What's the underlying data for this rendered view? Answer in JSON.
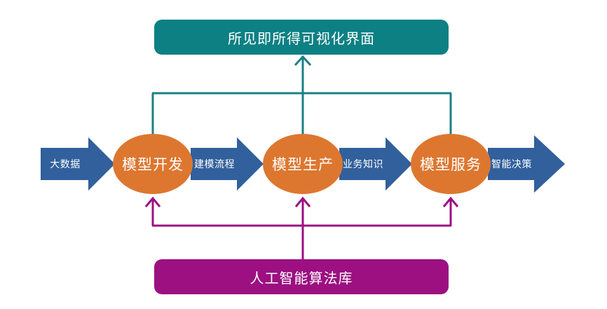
{
  "diagram": {
    "title_top": "所见即所得可视化界面",
    "title_bottom": "人工智能算法库",
    "colors": {
      "teal": "#0d8084",
      "magenta": "#9c1081",
      "orange": "#dd7730",
      "blue": "#31609c",
      "text_light": "#ffffff",
      "background": "#ffffff"
    },
    "top_banner": {
      "label": "所见即所得可视化界面",
      "fill": "#0d8084"
    },
    "bottom_banner": {
      "label": "人工智能算法库",
      "fill": "#9c1081"
    },
    "stages": [
      {
        "label": "模型开发",
        "fill": "#dd7730"
      },
      {
        "label": "模型生产",
        "fill": "#dd7730"
      },
      {
        "label": "模型服务",
        "fill": "#dd7730"
      }
    ],
    "flow_arrows": [
      {
        "label": "大数据",
        "fill": "#31609c"
      },
      {
        "label": "建模流程",
        "fill": "#31609c"
      },
      {
        "label": "业务知识",
        "fill": "#31609c"
      },
      {
        "label": "智能决策",
        "fill": "#31609c"
      }
    ],
    "connectors": {
      "top_bus_color": "#0d8084",
      "bottom_bus_color": "#9c1081",
      "top_direction": "up-to-banner",
      "bottom_direction": "up-to-stages"
    }
  }
}
